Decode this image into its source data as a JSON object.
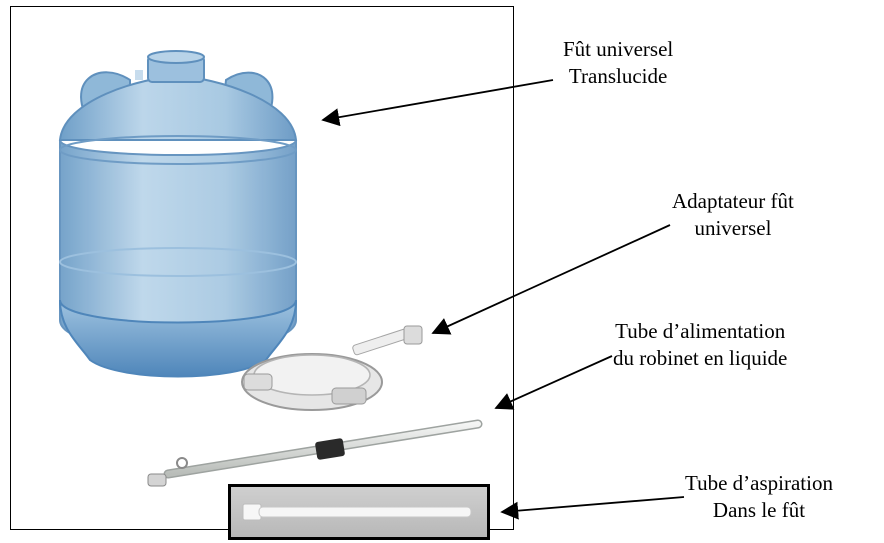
{
  "labels": {
    "fut": {
      "line1": "Fût universel",
      "line2": "Translucide"
    },
    "adaptateur": {
      "line1": "Adaptateur fût",
      "line2": "universel"
    },
    "alimentation": {
      "line1": "Tube d’alimentation",
      "line2": "du robinet en liquide"
    },
    "aspiration": {
      "line1": "Tube d’aspiration",
      "line2": "Dans le fût"
    }
  },
  "colors": {
    "bottle": "#8fb8d8",
    "bottle_dark": "#5f90bd",
    "adapter": "#e6e6e6",
    "tube": "#d9dcd9",
    "inset_bg": "#c4c4c4"
  }
}
